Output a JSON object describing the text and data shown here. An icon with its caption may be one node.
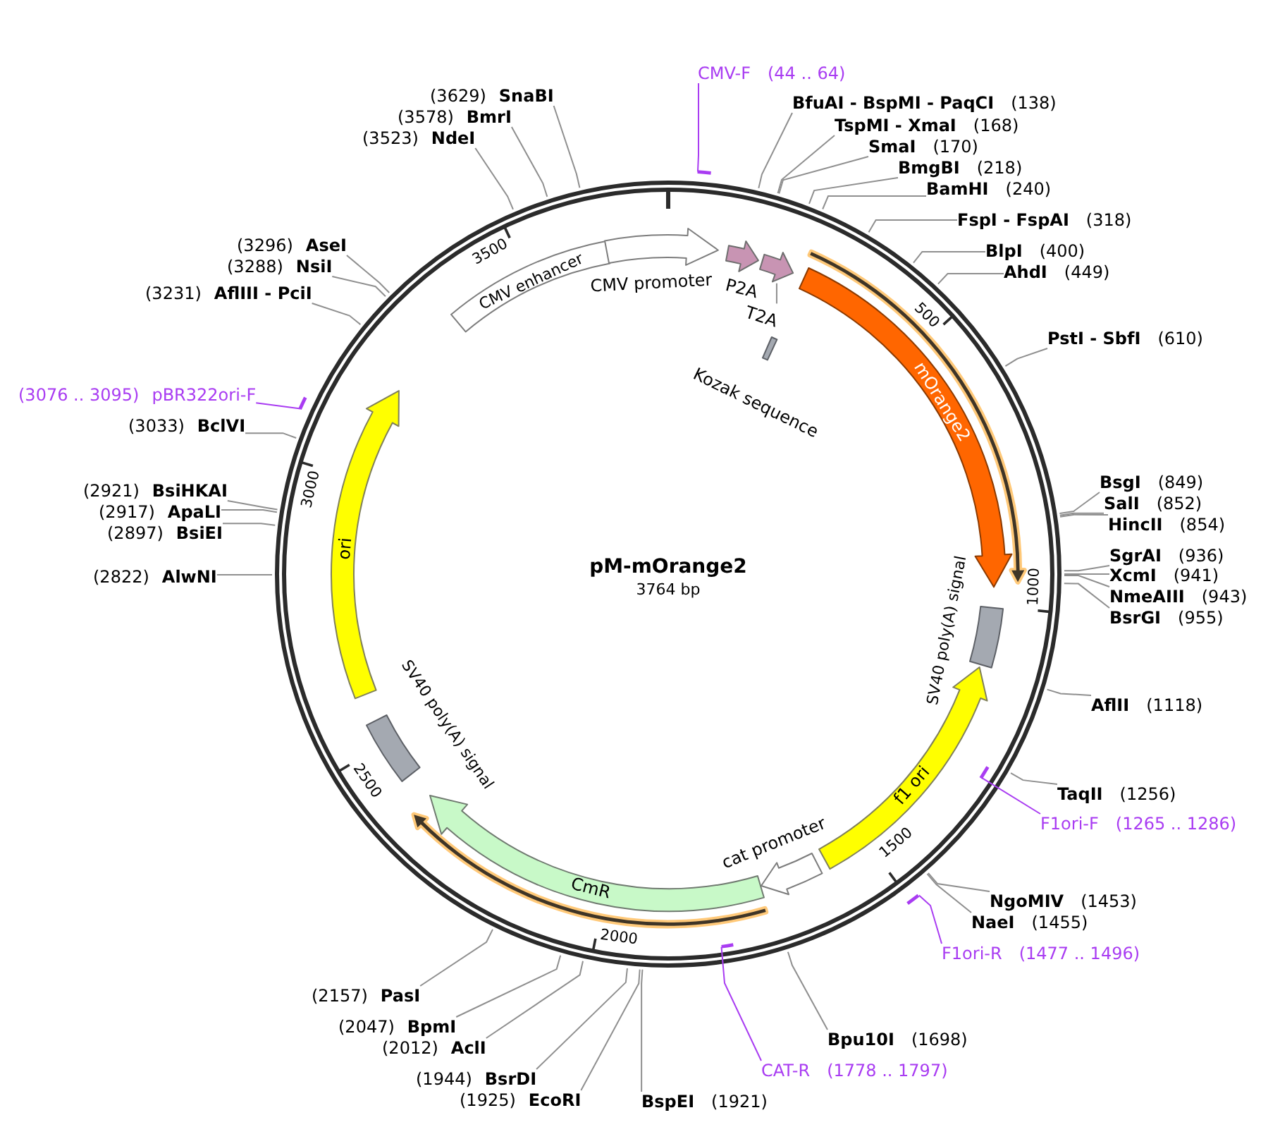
{
  "diagram": {
    "title": "pM-mOrange2",
    "nodes": [
      {
        "text": [
          "CMV-F",
          "(44 .. 64)"
        ]
      },
      {
        "text": [
          "BfuAI - BspMI - PaqCI",
          "(138)"
        ]
      },
      {
        "text": [
          "TspMI - XmaI",
          "(168)"
        ]
      },
      {
        "text": [
          "SmaI",
          "(170)"
        ]
      },
      {
        "text": [
          "BmgBI",
          "(218)"
        ]
      },
      {
        "text": [
          "BamHI",
          "(240)"
        ]
      },
      {
        "text": [
          "FspI - FspAI",
          "(318)"
        ]
      },
      {
        "text": [
          "BlpI",
          "(400)"
        ]
      },
      {
        "text": [
          "AhdI",
          "(449)"
        ]
      },
      {
        "text": [
          "PstI - SbfI",
          "(610)"
        ]
      },
      {
        "text": [
          "BsgI",
          "(849)"
        ]
      },
      {
        "text": [
          "SalI",
          "(852)"
        ]
      },
      {
        "text": [
          "HincII",
          "(854)"
        ]
      },
      {
        "text": [
          "SgrAI",
          "(936)"
        ]
      },
      {
        "text": [
          "XcmI",
          "(941)"
        ]
      },
      {
        "text": [
          "NmeAIII",
          "(943)"
        ]
      },
      {
        "text": [
          "BsrGI",
          "(955)"
        ]
      },
      {
        "text": [
          "AflII",
          "(1118)"
        ]
      },
      {
        "text": [
          "TaqII",
          "(1256)"
        ]
      },
      {
        "text": [
          "F1ori-F",
          "(1265 .. 1286)"
        ]
      },
      {
        "text": [
          "NgoMIV",
          "(1453)"
        ]
      },
      {
        "text": [
          "NaeI",
          "(1455)"
        ]
      },
      {
        "text": [
          "F1ori-R",
          "(1477 .. 1496)"
        ]
      },
      {
        "text": [
          "Bpu10I",
          "(1698)"
        ]
      },
      {
        "text": [
          "CAT-R",
          "(1778 .. 1797)"
        ]
      },
      {
        "text": [
          "BspEI",
          "(1921)"
        ]
      },
      {
        "text": [
          "(1925)",
          "EcoRI"
        ]
      },
      {
        "text": [
          "(1944)",
          "BsrDI"
        ]
      },
      {
        "text": [
          "(2012)",
          "AclI"
        ]
      },
      {
        "text": [
          "(2047)",
          "BpmI"
        ]
      },
      {
        "text": [
          "(2157)",
          "PasI"
        ]
      },
      {
        "text": [
          "(2822)",
          "AlwNI"
        ]
      },
      {
        "text": [
          "(2897)",
          "BsiEI"
        ]
      },
      {
        "text": [
          "(2917)",
          "ApaLI"
        ]
      },
      {
        "text": [
          "(2921)",
          "BsiHKAI"
        ]
      },
      {
        "text": [
          "(3033)",
          "BclVI"
        ]
      },
      {
        "text": [
          "(3076 .. 3095)",
          "pBR322ori-F"
        ]
      },
      {
        "text": [
          "(3231)",
          "AflIII - PciI"
        ]
      },
      {
        "text": [
          "(3288)",
          "NsiI"
        ]
      },
      {
        "text": [
          "(3296)",
          "AseI"
        ]
      },
      {
        "text": [
          "(3523)",
          "NdeI"
        ]
      },
      {
        "text": [
          "(3578)",
          "BmrI"
        ]
      },
      {
        "text": [
          "(3629)",
          "SnaBI"
        ]
      },
      {
        "text": [],
        "shape": "bar"
      },
      {
        "text": [],
        "shape": "bar"
      },
      {
        "text": [],
        "shape": "bar"
      },
      {
        "text": [],
        "shape": "bar"
      },
      {
        "text": [],
        "shape": "bar"
      },
      {
        "text": [
          "CMV enhancer"
        ]
      },
      {
        "text": [
          "CMV promoter"
        ]
      },
      {
        "text": [
          "P2A"
        ]
      },
      {
        "text": [],
        "shape": "arrow"
      },
      {
        "text": [
          "T2A"
        ]
      },
      {
        "text": [
          "Kozak sequence"
        ]
      },
      {
        "text": [
          "mOrange2"
        ]
      },
      {
        "text": [],
        "shape": "arrow"
      },
      {
        "text": [
          "SV40 poly(A) signal"
        ]
      },
      {
        "text": [
          "f1 ori"
        ]
      },
      {
        "text": [
          "cat promoter"
        ]
      },
      {
        "text": [
          "CmR"
        ]
      },
      {
        "text": [],
        "shape": "arrow"
      },
      {
        "text": [
          "SV40 poly(A) signal"
        ]
      },
      {
        "text": [
          "ori"
        ]
      }
    ],
    "edges": [
      {
        "from": 0,
        "to": 43,
        "arrow": "none",
        "color": "#a93cf2"
      },
      {
        "from": 1,
        "to": null,
        "arrow": "none"
      },
      {
        "from": 2,
        "to": null,
        "arrow": "none"
      },
      {
        "from": 3,
        "to": null,
        "arrow": "none"
      },
      {
        "from": 4,
        "to": null,
        "arrow": "none"
      },
      {
        "from": 5,
        "to": null,
        "arrow": "none"
      },
      {
        "from": 6,
        "to": null,
        "arrow": "none"
      },
      {
        "from": 7,
        "to": null,
        "arrow": "none"
      },
      {
        "from": 8,
        "to": null,
        "arrow": "none"
      },
      {
        "from": 9,
        "to": null,
        "arrow": "none"
      },
      {
        "from": 10,
        "to": null,
        "arrow": "none"
      },
      {
        "from": 11,
        "to": null,
        "arrow": "none"
      },
      {
        "from": 12,
        "to": null,
        "arrow": "none"
      },
      {
        "from": 13,
        "to": null,
        "arrow": "none"
      },
      {
        "from": 14,
        "to": null,
        "arrow": "none"
      },
      {
        "from": 15,
        "to": null,
        "arrow": "none"
      },
      {
        "from": 16,
        "to": null,
        "arrow": "none"
      },
      {
        "from": 17,
        "to": null,
        "arrow": "none"
      },
      {
        "from": 18,
        "to": null,
        "arrow": "none"
      },
      {
        "from": 19,
        "to": 44,
        "arrow": "none",
        "color": "#a93cf2"
      },
      {
        "from": 20,
        "to": null,
        "arrow": "none"
      },
      {
        "from": 21,
        "to": null,
        "arrow": "none"
      },
      {
        "from": 22,
        "to": 45,
        "arrow": "none",
        "color": "#a93cf2"
      },
      {
        "from": 23,
        "to": null,
        "arrow": "none"
      },
      {
        "from": 24,
        "to": 46,
        "arrow": "none",
        "color": "#a93cf2"
      },
      {
        "from": 25,
        "to": null,
        "arrow": "none"
      },
      {
        "from": 26,
        "to": null,
        "arrow": "none"
      },
      {
        "from": 27,
        "to": null,
        "arrow": "none"
      },
      {
        "from": 28,
        "to": null,
        "arrow": "none"
      },
      {
        "from": 29,
        "to": null,
        "arrow": "none"
      },
      {
        "from": 30,
        "to": null,
        "arrow": "none"
      },
      {
        "from": 31,
        "to": null,
        "arrow": "none"
      },
      {
        "from": 32,
        "to": null,
        "arrow": "none"
      },
      {
        "from": 33,
        "to": null,
        "arrow": "none"
      },
      {
        "from": 34,
        "to": null,
        "arrow": "none"
      },
      {
        "from": 35,
        "to": null,
        "arrow": "none"
      },
      {
        "from": 36,
        "to": 47,
        "arrow": "none",
        "color": "#a93cf2"
      },
      {
        "from": 37,
        "to": null,
        "arrow": "none"
      },
      {
        "from": 38,
        "to": null,
        "arrow": "none"
      },
      {
        "from": 39,
        "to": null,
        "arrow": "none"
      },
      {
        "from": 40,
        "to": null,
        "arrow": "none"
      },
      {
        "from": 41,
        "to": null,
        "arrow": "none"
      },
      {
        "from": 42,
        "to": null,
        "arrow": "none"
      },
      {
        "from": 52,
        "to": 51,
        "arrow": "none"
      }
    ],
    "labels": [
      "3764 bp",
      "500",
      "1000",
      "1500",
      "2000",
      "2500",
      "3000",
      "3500"
    ]
  }
}
